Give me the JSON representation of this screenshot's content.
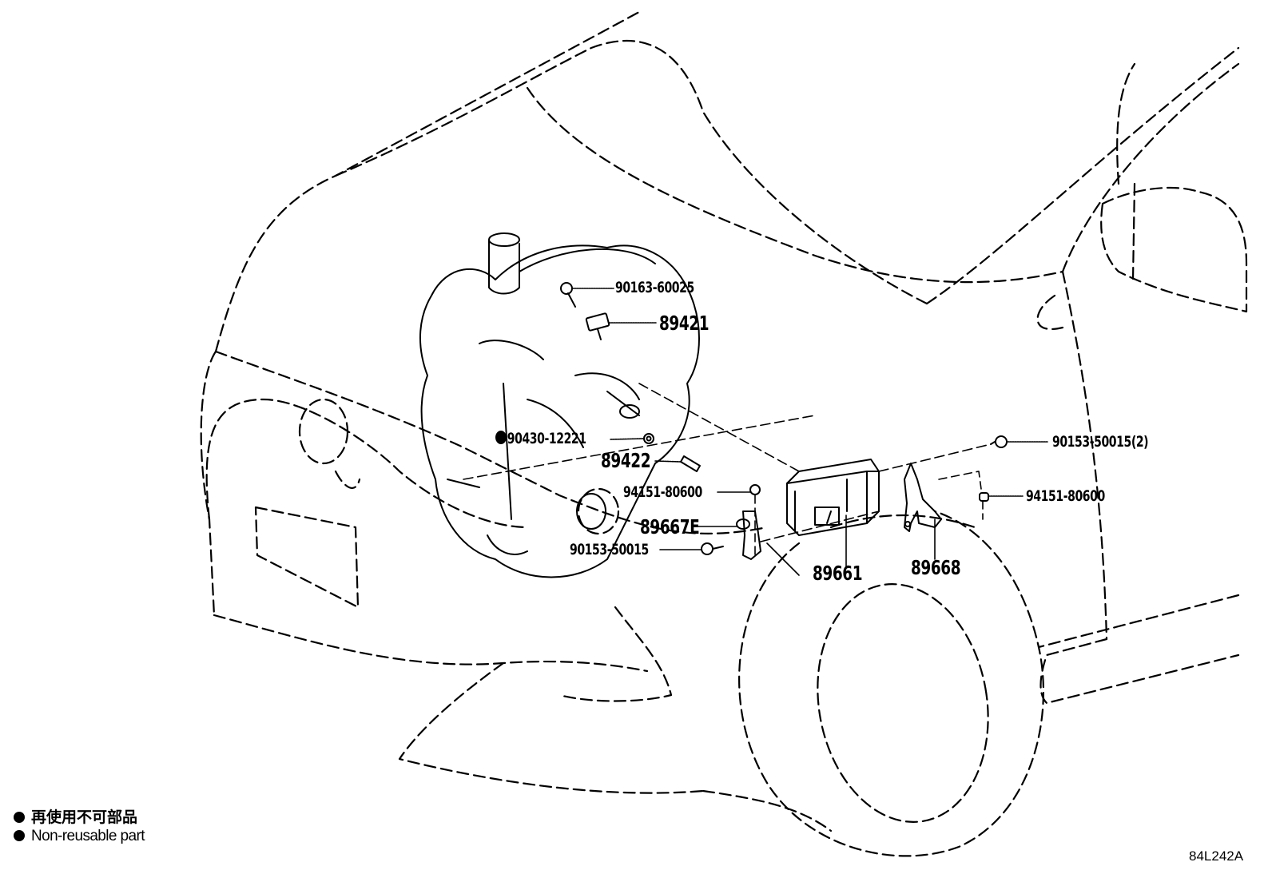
{
  "diagram": {
    "type": "exploded parts diagram",
    "subject": "Engine control computer and sensors — front of vehicle",
    "figure_id": "84L242A",
    "colors": {
      "line": "#000000",
      "background": "#ffffff"
    }
  },
  "parts": [
    {
      "id": "p1",
      "number": "90163-60025",
      "description_icon": "bolt-icon"
    },
    {
      "id": "p2",
      "number": "89421",
      "description_icon": "sensor-icon"
    },
    {
      "id": "p3",
      "number": "90430-12221",
      "non_reusable": true,
      "description_icon": "gasket-icon"
    },
    {
      "id": "p4",
      "number": "89422",
      "description_icon": "sensor-icon"
    },
    {
      "id": "p5",
      "number": "94151-80600",
      "description_icon": "nut-icon"
    },
    {
      "id": "p6",
      "number": "89667E",
      "description_icon": "bracket-icon"
    },
    {
      "id": "p7",
      "number": "90153-50015",
      "description_icon": "bolt-icon"
    },
    {
      "id": "p8",
      "number": "89661",
      "description_icon": "ecu-icon"
    },
    {
      "id": "p9",
      "number": "89668",
      "description_icon": "bracket-icon"
    },
    {
      "id": "p10",
      "number": "90153-50015(2)",
      "description_icon": "bolt-icon"
    },
    {
      "id": "p11",
      "number": "94151-80600",
      "description_icon": "nut-icon"
    }
  ],
  "legend": {
    "symbol": "●",
    "japanese": "再使用不可部品",
    "english": "Non-reusable part"
  }
}
